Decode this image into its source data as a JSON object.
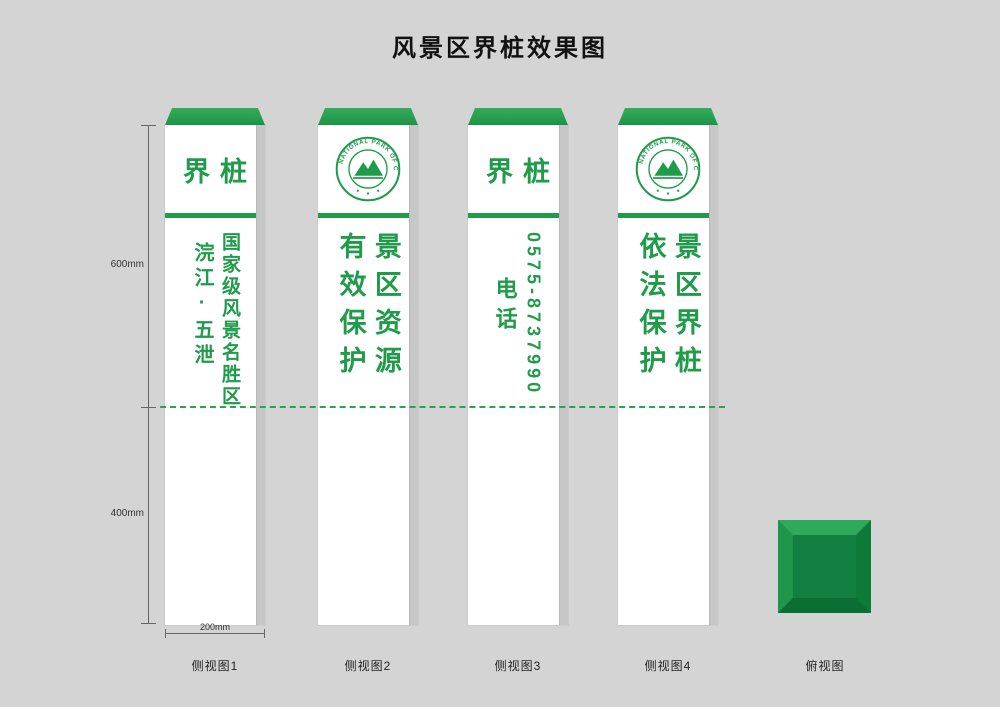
{
  "title": "风景区界桩效果图",
  "colors": {
    "green": "#1f9b4a",
    "cap_green": "#2aa551",
    "background": "#d4d4d4",
    "post_side": "#c7c7c7"
  },
  "dimension_labels": {
    "upper_height": "600mm",
    "lower_height": "400mm",
    "width": "200mm"
  },
  "logo": {
    "arc_text": "NATIONAL PARK OF CHINA"
  },
  "posts": [
    {
      "header_text": "界桩",
      "columns": [
        "国家级风景名胜区",
        "浣江·五泄"
      ],
      "caption": "侧视图1"
    },
    {
      "columns": [
        "景区资源",
        "有效保护"
      ],
      "caption": "侧视图2"
    },
    {
      "header_text": "界桩",
      "columns": [
        "0575-8737990",
        "电话"
      ],
      "caption": "侧视图3"
    },
    {
      "columns": [
        "景区界桩",
        "依法保护"
      ],
      "caption": "侧视图4"
    }
  ],
  "top_view_caption": "俯视图"
}
